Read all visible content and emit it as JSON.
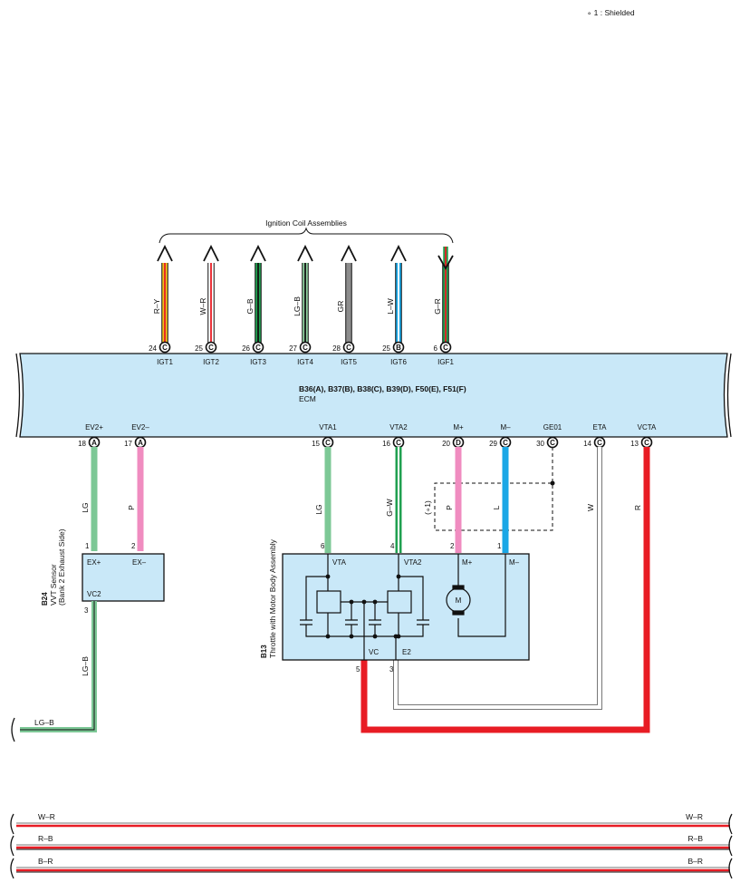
{
  "note": "∘ 1 : Shielded",
  "ignition": {
    "title": "Ignition Coil Assemblies",
    "wires": [
      {
        "color": "R–Y",
        "pin": "24",
        "conn": "C",
        "term": "IGT1",
        "fill": "#f0c020",
        "stripe": "#e81c24"
      },
      {
        "color": "W–R",
        "pin": "25",
        "conn": "C",
        "term": "IGT2",
        "fill": "#ffffff",
        "stripe": "#e81c24"
      },
      {
        "color": "G–B",
        "pin": "26",
        "conn": "C",
        "term": "IGT3",
        "fill": "#20a050",
        "stripe": "#111111"
      },
      {
        "color": "LG–B",
        "pin": "27",
        "conn": "C",
        "term": "IGT4",
        "fill": "#8fd0a0",
        "stripe": "#111111"
      },
      {
        "color": "GR",
        "pin": "28",
        "conn": "C",
        "term": "IGT5",
        "fill": "#8c8c8c",
        "stripe": ""
      },
      {
        "color": "L–W",
        "pin": "25",
        "conn": "B",
        "term": "IGT6",
        "fill": "#1aa7e6",
        "stripe": "#ffffff"
      },
      {
        "color": "G–R",
        "pin": "6",
        "conn": "C",
        "term": "IGF1",
        "fill": "#20a050",
        "stripe": "#e81c24"
      }
    ]
  },
  "ecm": {
    "connectors": "B36(A), B37(B), B38(C), B39(D), F50(E), F51(F)",
    "name": "ECM",
    "bottom_terms": [
      {
        "term": "EV2+",
        "pin": "18",
        "conn": "A"
      },
      {
        "term": "EV2–",
        "pin": "17",
        "conn": "A"
      },
      {
        "term": "VTA1",
        "pin": "15",
        "conn": "C"
      },
      {
        "term": "VTA2",
        "pin": "16",
        "conn": "C"
      },
      {
        "term": "M+",
        "pin": "20",
        "conn": "D"
      },
      {
        "term": "M–",
        "pin": "29",
        "conn": "C"
      },
      {
        "term": "GE01",
        "pin": "30",
        "conn": "C"
      },
      {
        "term": "ETA",
        "pin": "14",
        "conn": "C"
      },
      {
        "term": "VCTA",
        "pin": "13",
        "conn": "C"
      }
    ]
  },
  "wires": {
    "ev2p": "LG",
    "ev2m": "P",
    "vta1": "LG",
    "vta2": "G–W",
    "mp": "P",
    "mm": "L",
    "eta": "W",
    "vcta": "R",
    "vc2": "LG–B",
    "shield": "(∘1)"
  },
  "vvt": {
    "code": "B24",
    "name": "VVT Sensor",
    "side": "(Bank 2 Exhaust Side)",
    "pins": [
      "1",
      "2",
      "3"
    ],
    "terms": [
      "EX+",
      "EX–",
      "VC2"
    ],
    "out_label": "LG–B"
  },
  "throttle": {
    "code": "B13",
    "name": "Throttle with Motor Body Assembly",
    "top_pins": [
      "6",
      "4",
      "2",
      "1"
    ],
    "top_terms": [
      "VTA",
      "VTA2",
      "M+",
      "M–"
    ],
    "bottom_pins": [
      "5",
      "3"
    ],
    "bottom_terms": [
      "VC",
      "E2"
    ],
    "motor": "M"
  },
  "buses": [
    {
      "left": "W–R",
      "right": "W–R",
      "stripe": "#e81c24"
    },
    {
      "left": "R–B",
      "right": "R–B",
      "stripe": "#e81c24"
    },
    {
      "left": "B–R",
      "right": "B–R",
      "stripe": "#e81c24"
    }
  ]
}
